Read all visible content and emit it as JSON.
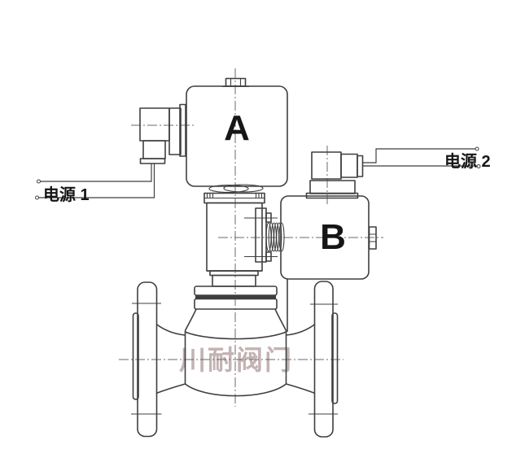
{
  "diagram": {
    "labels": {
      "coil_a": "A",
      "coil_b": "B",
      "power_1": "电源 1",
      "power_2": "电源 2"
    },
    "watermark": "川耐阀门",
    "colors": {
      "line": "#3f3f3f",
      "centerline": "#6b6b6b",
      "watermark": "#c3b3b3",
      "label": "#161616",
      "bg": "#ffffff"
    }
  }
}
